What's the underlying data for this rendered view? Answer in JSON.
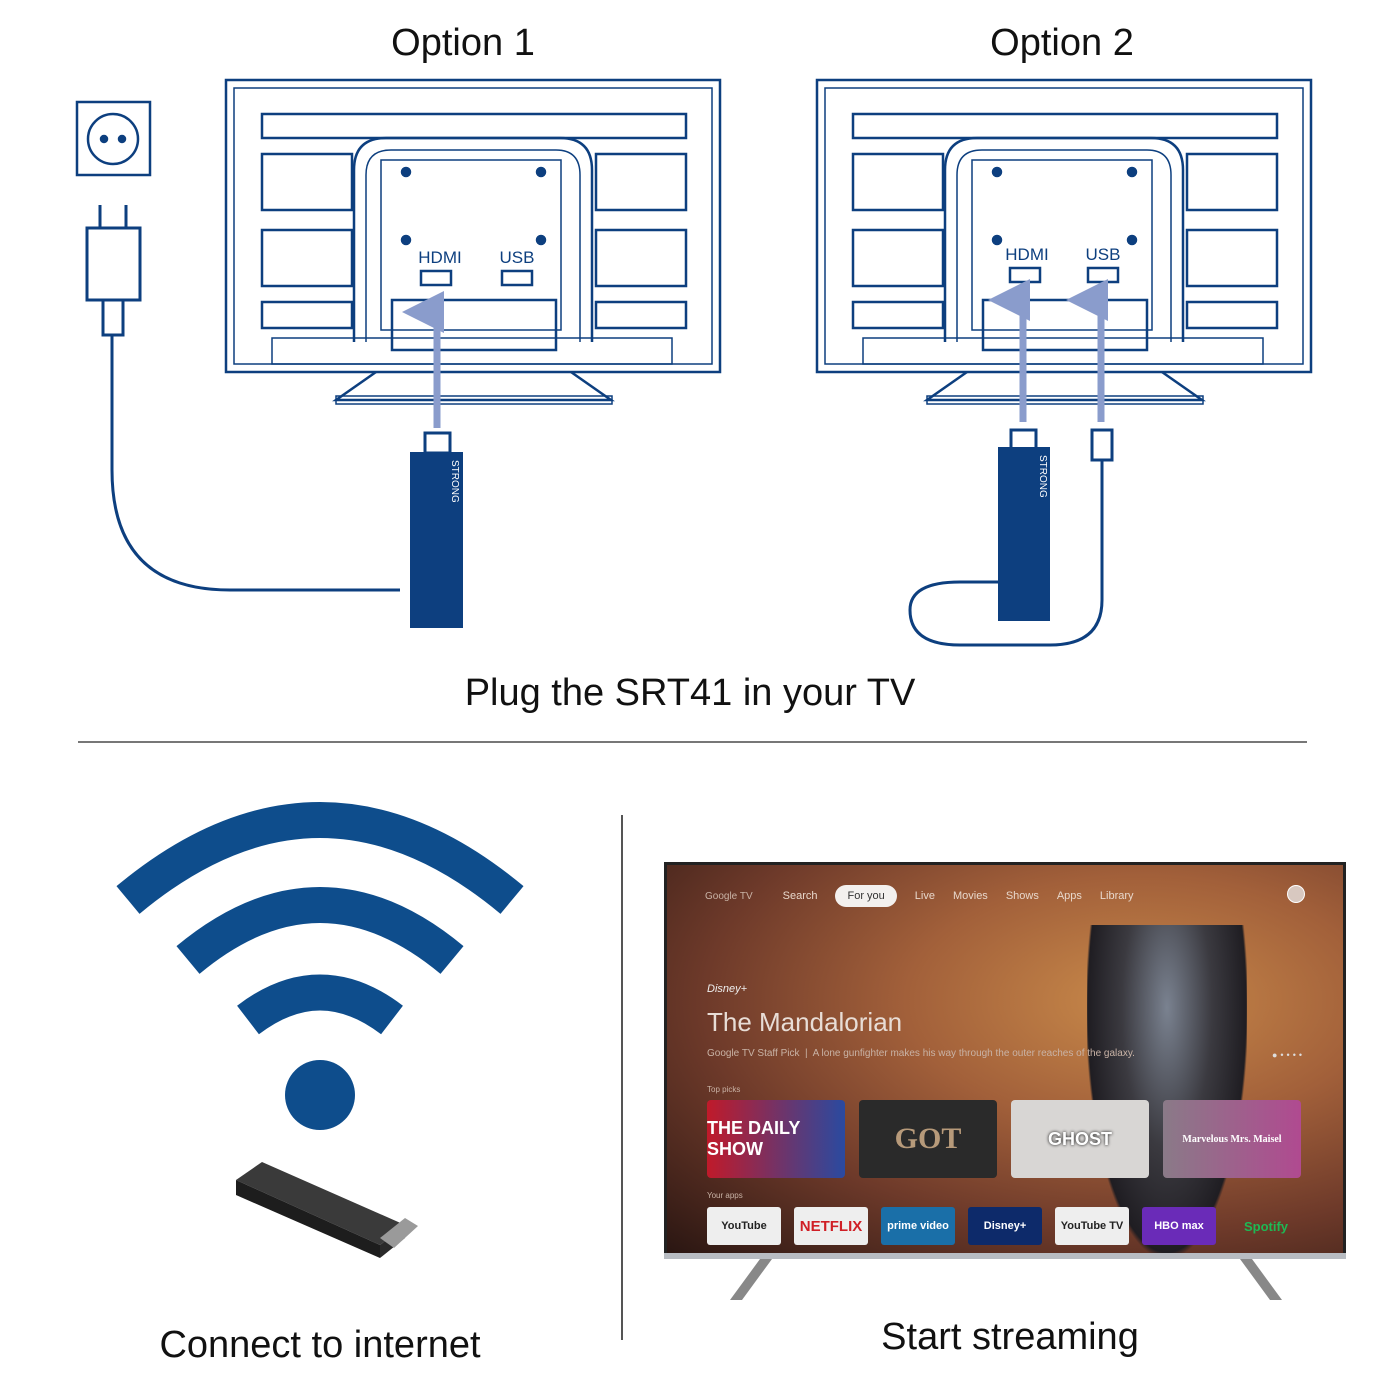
{
  "option1": {
    "label": "Option 1",
    "ports": {
      "hdmi": "HDMI",
      "usb": "USB"
    },
    "stick_brand": "STRONG"
  },
  "option2": {
    "label": "Option 2",
    "ports": {
      "hdmi": "HDMI",
      "usb": "USB"
    },
    "stick_brand": "STRONG"
  },
  "step1_caption": "Plug the SRT41 in your TV",
  "step2_caption": "Connect to internet",
  "step3_caption": "Start streaming",
  "colors": {
    "line": "#0d3f7f",
    "wifi": "#0e4d8c",
    "arrow": "#8a9ccc"
  },
  "tv_screen": {
    "brand": "Google TV",
    "nav": [
      "Search",
      "For you",
      "Live",
      "Movies",
      "Shows",
      "Apps",
      "Library"
    ],
    "selected_nav": "For you",
    "provider": "Disney+",
    "title": "The Mandalorian",
    "subtitle": "Google TV Staff Pick",
    "description": "A lone gunfighter makes his way through the outer reaches of the galaxy.",
    "top_picks_label": "Top picks",
    "top_picks": [
      "THE DAILY SHOW",
      "GOT",
      "GHOST",
      "Marvelous Mrs. Maisel"
    ],
    "apps_label": "Your apps",
    "apps": [
      {
        "name": "YouTube",
        "bg": "#eeeeee",
        "fg": "#222"
      },
      {
        "name": "NETFLIX",
        "bg": "#eeeeee",
        "fg": "#d01f26"
      },
      {
        "name": "prime video",
        "bg": "#1a6fa8",
        "fg": "#fff"
      },
      {
        "name": "Disney+",
        "bg": "#0d2a6a",
        "fg": "#fff"
      },
      {
        "name": "YouTube TV",
        "bg": "#eeeeee",
        "fg": "#222"
      },
      {
        "name": "HBO max",
        "bg": "#6a2bb8",
        "fg": "#fff"
      },
      {
        "name": "Spotify",
        "bg": "transparent",
        "fg": "#1db954"
      }
    ]
  }
}
